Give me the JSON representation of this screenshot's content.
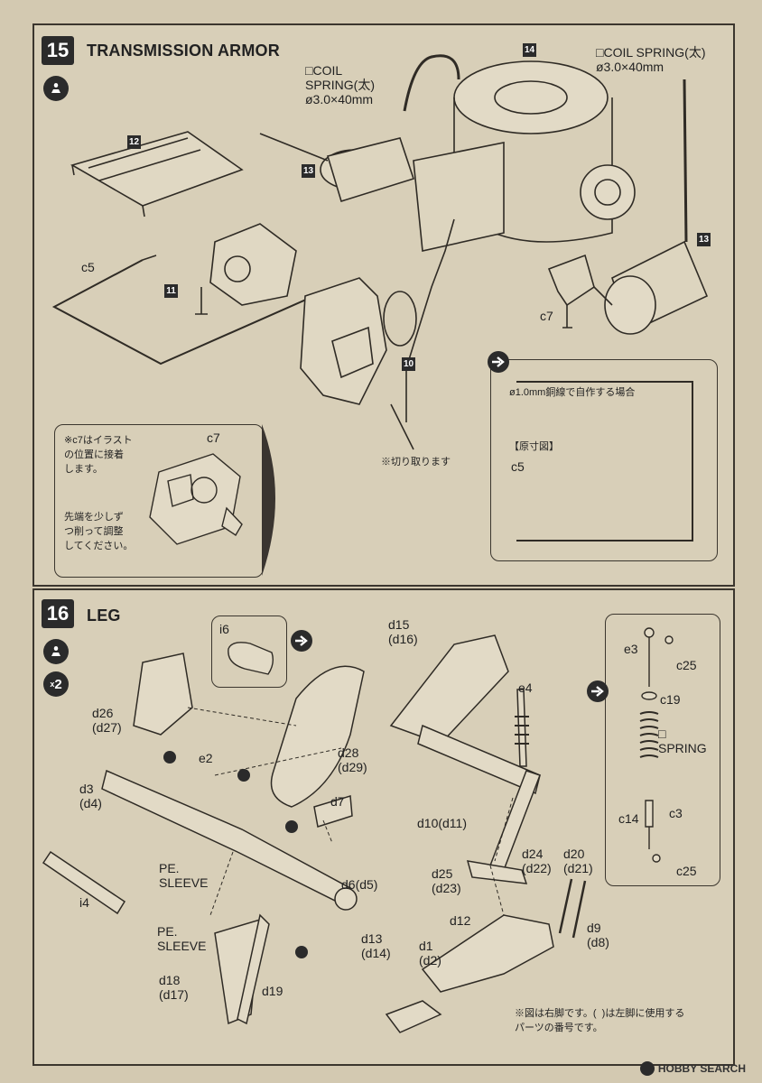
{
  "step15": {
    "number": "15",
    "title": "TRANSMISSION ARMOR",
    "labels": {
      "coil_spring_left": "□COIL\nSPRING(太)\nø3.0×40mm",
      "coil_spring_right": "□COIL SPRING(太)\nø3.0×40mm",
      "c5": "c5",
      "c7": "c7"
    },
    "part_tags": {
      "p10": "10",
      "p11": "11",
      "p12": "12",
      "p13a": "13",
      "p13b": "13",
      "p14": "14"
    },
    "note_left": {
      "text1": "※c7はイラスト\nの位置に接着\nします。",
      "c7": "c7",
      "text2": "先端を少しず\nつ削って調整\nしてください。"
    },
    "cut_note": "※切り取ります",
    "note_right": {
      "line1": "ø1.0mm銅線で自作する場合",
      "line2": "【原寸図】",
      "c5": "c5"
    }
  },
  "step16": {
    "number": "16",
    "title": "LEG",
    "multiplier": "2",
    "labels": {
      "i6": "i6",
      "d15": "d15\n(d16)",
      "d26": "d26\n(d27)",
      "e2": "e2",
      "d28": "d28\n(d29)",
      "d3": "d3\n(d4)",
      "d7": "d7",
      "pe_sleeve_1": "PE.\nSLEEVE",
      "i4": "i4",
      "d6": "d6(d5)",
      "d13": "d13\n(d14)",
      "pe_sleeve_2": "PE.\nSLEEVE",
      "d18": "d18\n(d17)",
      "d19": "d19",
      "e4": "e4",
      "d10": "d10(d11)",
      "d24": "d24\n(d22)",
      "d25": "d25\n(d23)",
      "d20": "d20\n(d21)",
      "d12": "d12",
      "d9": "d9\n(d8)",
      "d1": "d1\n(d2)",
      "e3": "e3",
      "c25_top": "c25",
      "c19": "c19",
      "spring": "□\nSPRING",
      "c14": "c14",
      "c3": "c3",
      "c25_bottom": "c25"
    },
    "footnote": "※図は右脚です。(  )は左脚に使用する\nパーツの番号です。"
  },
  "watermark": "HOBBY SEARCH"
}
